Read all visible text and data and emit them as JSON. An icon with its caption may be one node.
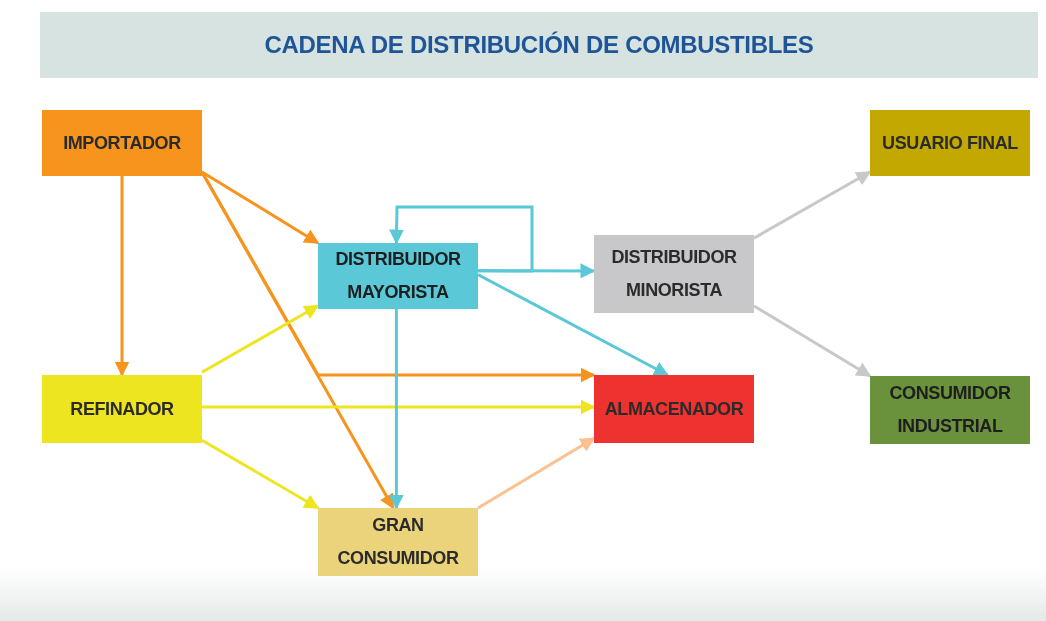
{
  "diagram": {
    "title": "CADENA DE DISTRIBUCIÓN DE COMBUSTIBLES",
    "nodes": [
      {
        "text": [
          "IMPORTADOR"
        ]
      },
      {
        "text": [
          "USUARIO FINAL"
        ]
      },
      {
        "text": [
          "DISTRIBUIDOR MAYORISTA"
        ]
      },
      {
        "text": [
          "DISTRIBUIDOR MINORISTA"
        ]
      },
      {
        "text": [
          "REFINADOR"
        ]
      },
      {
        "text": [
          "ALMACENADOR"
        ]
      },
      {
        "text": [
          "CONSUMIDOR INDUSTRIAL"
        ]
      },
      {
        "text": [
          "GRAN CONSUMIDOR"
        ]
      }
    ],
    "edges": [
      {
        "from": 0,
        "to": 4,
        "arrow": "to",
        "color": "#f7941d"
      },
      {
        "from": 0,
        "to": 2,
        "arrow": "to",
        "color": "#f7941d"
      },
      {
        "from": 0,
        "to": 7,
        "arrow": "to",
        "color": "#f7941d"
      },
      {
        "from": 0,
        "to": 5,
        "arrow": "to",
        "color": "#f7941d"
      },
      {
        "from": 4,
        "to": 2,
        "arrow": "to",
        "color": "#ede51f"
      },
      {
        "from": 4,
        "to": 5,
        "arrow": "to",
        "color": "#ede51f"
      },
      {
        "from": 4,
        "to": 7,
        "arrow": "to",
        "color": "#ede51f"
      },
      {
        "from": 2,
        "to": 7,
        "arrow": "to",
        "color": "#5bc8d8"
      },
      {
        "from": 2,
        "to": 3,
        "arrow": "to",
        "color": "#5bc8d8"
      },
      {
        "from": 2,
        "to": 5,
        "arrow": "to",
        "color": "#5bc8d8"
      },
      {
        "from": 2,
        "to": 2,
        "arrow": "to",
        "color": "#5bc8d8"
      },
      {
        "from": 7,
        "to": 5,
        "arrow": "to",
        "color": "#fbc18e"
      },
      {
        "from": 3,
        "to": 1,
        "arrow": "to",
        "color": "#c8c8c8"
      },
      {
        "from": 3,
        "to": 6,
        "arrow": "to",
        "color": "#c8c8c8"
      }
    ]
  }
}
